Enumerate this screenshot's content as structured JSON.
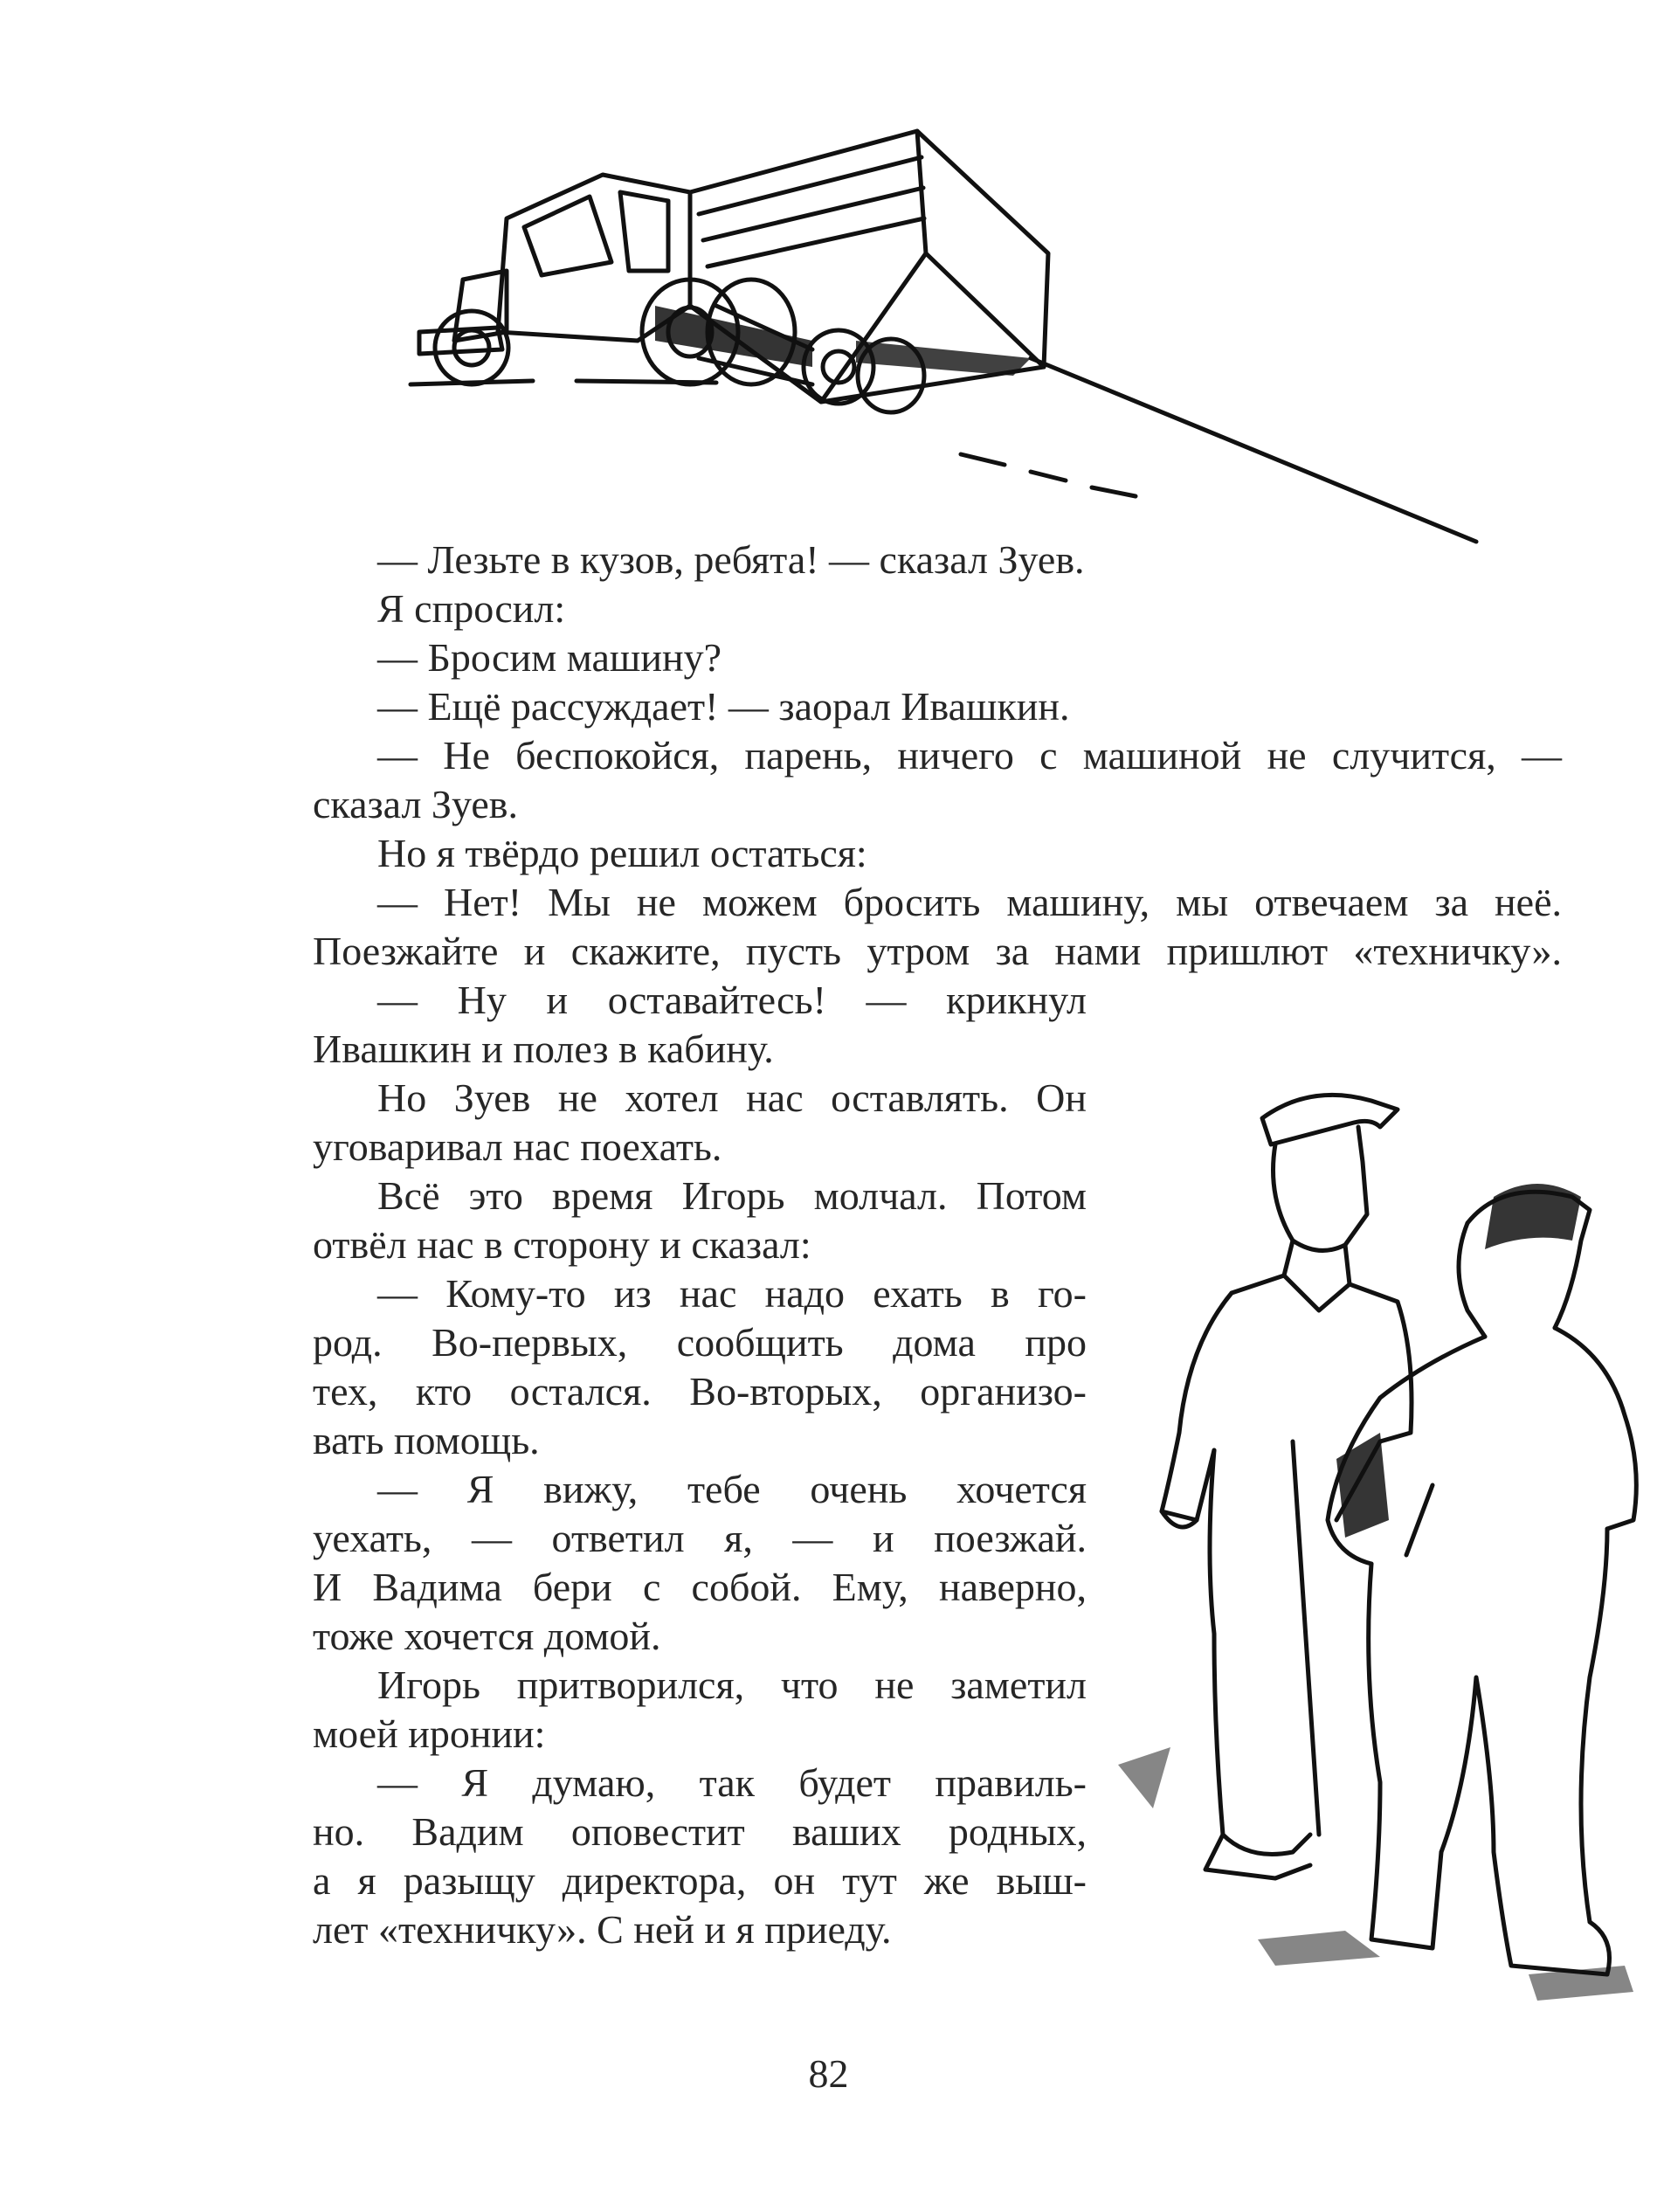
{
  "page": {
    "number": "82",
    "lines": [
      "— Лезьте в кузов, ребята! — сказал Зуев.",
      "Я спросил:",
      "— Бросим машину?",
      "— Ещё рассуждает! — заорал Ивашкин.",
      "— Не беспокойся, парень, ничего с машиной не случится, —",
      "сказал Зуев.",
      "Но я твёрдо решил остаться:",
      "— Нет! Мы не можем бросить машину, мы отвечаем за неё.",
      "Поезжайте и скажите, пусть утром за нами пришлют «техничку».",
      "— Ну и оставайтесь! — крикнул",
      "Ивашкин и полез в кабину.",
      "Но Зуев не хотел нас оставлять. Он",
      "уговаривал нас поехать.",
      "Всё это время Игорь молчал. Потом",
      "отвёл нас в сторону и сказал:",
      "— Кому-то из нас надо ехать в го-",
      "род. Во-первых, сообщить дома про",
      "тех, кто остался. Во-вторых, организо-",
      "вать помощь.",
      "— Я вижу, тебе очень хочется",
      "уехать, — ответил я, — и поезжай.",
      "И Вадима бери с собой. Ему, наверно,",
      "тоже хочется домой.",
      "Игорь притворился, что не заметил",
      "моей иронии:",
      "— Я думаю, так будет правиль-",
      "но. Вадим оповестит ваших родных,",
      "а я разыщу директора, он тут же выш-",
      "лет «техничку». С ней и я приеду."
    ]
  }
}
